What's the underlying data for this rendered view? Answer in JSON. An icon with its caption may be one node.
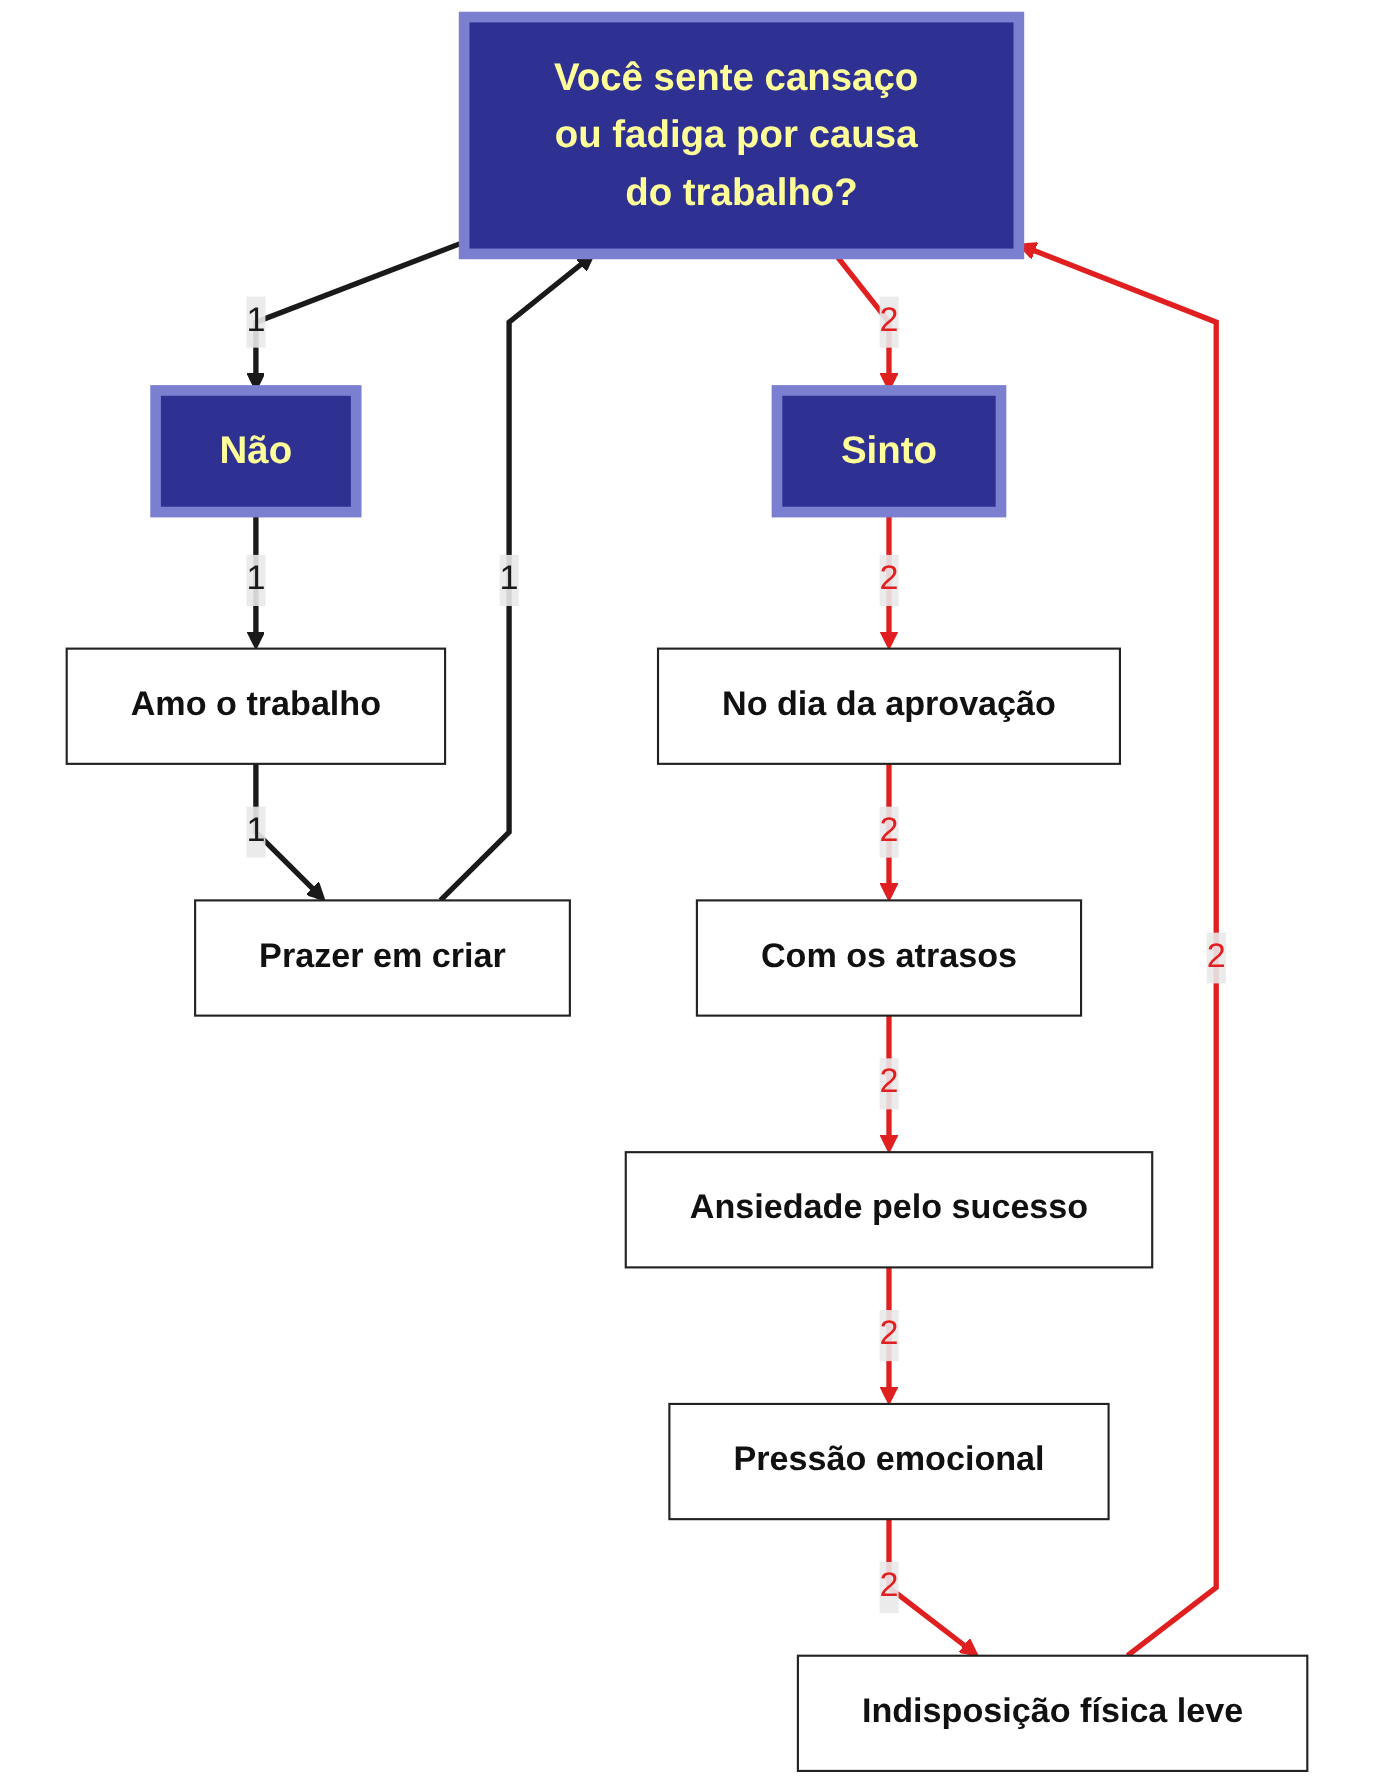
{
  "diagram": {
    "nodes": [
      {
        "text": [
          "Você sente cansaço ou fadiga por causa do trabalho?"
        ]
      },
      {
        "text": [
          "Não"
        ]
      },
      {
        "text": [
          "Amo o trabalho"
        ]
      },
      {
        "text": [
          "Prazer em criar"
        ]
      },
      {
        "text": [
          "Sinto"
        ]
      },
      {
        "text": [
          "No dia da aprovação"
        ]
      },
      {
        "text": [
          "Com os atrasos"
        ]
      },
      {
        "text": [
          "Ansiedade pelo sucesso"
        ]
      },
      {
        "text": [
          "Pressão emocional"
        ]
      },
      {
        "text": [
          "Indisposição física leve"
        ]
      }
    ],
    "edges": [
      {
        "from": 0,
        "to": 1,
        "arrow": "to",
        "label": "1",
        "color": "#1a1a1a"
      },
      {
        "from": 1,
        "to": 2,
        "arrow": "to",
        "label": "1",
        "color": "#1a1a1a"
      },
      {
        "from": 2,
        "to": 3,
        "arrow": "to",
        "label": "1",
        "color": "#1a1a1a"
      },
      {
        "from": 3,
        "to": 0,
        "arrow": "to",
        "label": "1",
        "color": "#1a1a1a"
      },
      {
        "from": 0,
        "to": 4,
        "arrow": "to",
        "label": "2"
      },
      {
        "from": 4,
        "to": 5,
        "arrow": "to",
        "label": "2"
      },
      {
        "from": 5,
        "to": 6,
        "arrow": "to",
        "label": "2"
      },
      {
        "from": 6,
        "to": 7,
        "arrow": "to",
        "label": "2"
      },
      {
        "from": 7,
        "to": 8,
        "arrow": "to",
        "label": "2"
      },
      {
        "from": 8,
        "to": 9,
        "arrow": "to",
        "label": "2"
      },
      {
        "from": 9,
        "to": 0,
        "arrow": "to",
        "label": "2"
      }
    ]
  }
}
